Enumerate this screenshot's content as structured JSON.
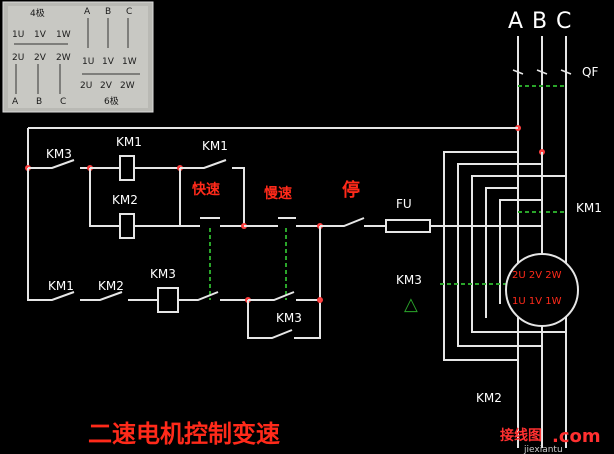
{
  "inset": {
    "title_4pole": "4极",
    "title_6pole": "6极",
    "top_row": [
      "A",
      "B",
      "C"
    ],
    "row1": [
      "1U",
      "1V",
      "1W"
    ],
    "row2": [
      "2U",
      "2V",
      "2W"
    ],
    "right_row1": [
      "1U",
      "1V",
      "1W"
    ],
    "right_row2": [
      "2U",
      "2V",
      "2W"
    ],
    "bottom_row": [
      "A",
      "B",
      "C"
    ]
  },
  "power": {
    "phases": [
      "A",
      "B",
      "C"
    ],
    "breaker": "QF",
    "contactor_km1": "KM1",
    "contactor_km3": "KM3",
    "triangle": "△",
    "motor_top": "2U 2V 2W",
    "motor_bottom": "1U 1V 1W",
    "partial_label": "KM2"
  },
  "control": {
    "km3_contact": "KM3",
    "km1_coil": "KM1",
    "km2_coil": "KM2",
    "km1_aux": "KM1",
    "fast_button": "快速",
    "slow_button": "慢速",
    "stop_button": "停",
    "fuse": "FU",
    "bottom_km1": "KM1",
    "bottom_km2": "KM2",
    "km3_coil": "KM3",
    "km3_hold": "KM3"
  },
  "caption": "二速电机控制变速",
  "watermark": {
    "cn": "接线图",
    "com": ".com",
    "site": "jiexiantu"
  }
}
